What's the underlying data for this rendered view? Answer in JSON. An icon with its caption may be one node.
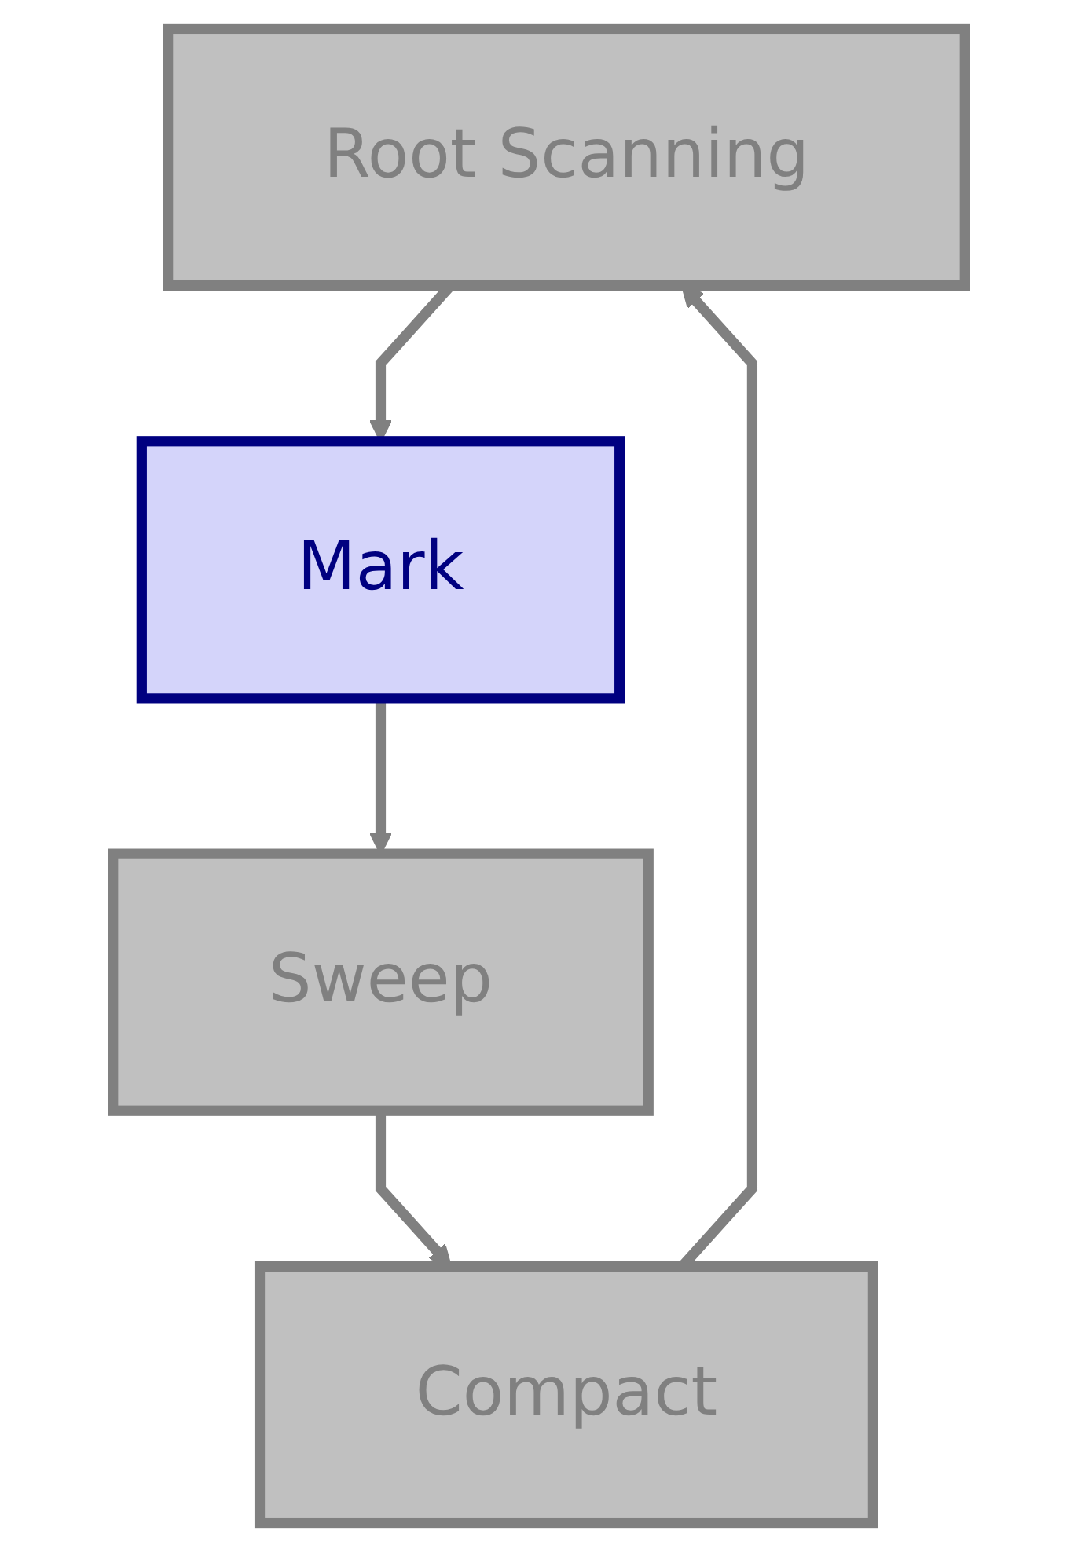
{
  "diagram": {
    "nodes": [
      {
        "text": [
          "Root Scanning"
        ]
      },
      {
        "text": [
          "Mark"
        ]
      },
      {
        "text": [
          "Sweep"
        ]
      },
      {
        "text": [
          "Compact"
        ]
      }
    ],
    "edges": [
      {
        "from": 0,
        "to": 1,
        "arrow": "to"
      },
      {
        "from": 1,
        "to": 2,
        "arrow": "to"
      },
      {
        "from": 2,
        "to": 3,
        "arrow": "to"
      },
      {
        "from": 3,
        "to": 0,
        "arrow": "to"
      }
    ]
  }
}
